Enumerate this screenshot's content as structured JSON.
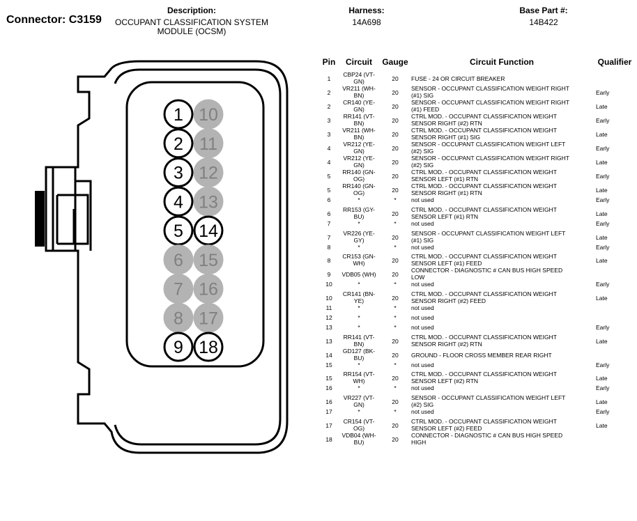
{
  "header": {
    "connector": "Connector: C3159",
    "description_label": "Description:",
    "description_lines": [
      "OCCUPANT CLASSIFICATION SYSTEM",
      "MODULE (OCSM)"
    ],
    "harness_label": "Harness:",
    "harness_value": "14A698",
    "base_part_label": "Base Part #:",
    "base_part_value": "14B422"
  },
  "connector_pins": {
    "left_column": [
      {
        "num": "1",
        "active": true
      },
      {
        "num": "2",
        "active": true
      },
      {
        "num": "3",
        "active": true
      },
      {
        "num": "4",
        "active": true
      },
      {
        "num": "5",
        "active": true
      },
      {
        "num": "6",
        "active": false
      },
      {
        "num": "7",
        "active": false
      },
      {
        "num": "8",
        "active": false
      },
      {
        "num": "9",
        "active": true
      }
    ],
    "right_column": [
      {
        "num": "10",
        "active": false
      },
      {
        "num": "11",
        "active": false
      },
      {
        "num": "12",
        "active": false
      },
      {
        "num": "13",
        "active": false
      },
      {
        "num": "14",
        "active": true
      },
      {
        "num": "15",
        "active": false
      },
      {
        "num": "16",
        "active": false
      },
      {
        "num": "17",
        "active": false
      },
      {
        "num": "18",
        "active": true
      }
    ],
    "inactive_color": "#b3b3b3",
    "active_color": "#ffffff"
  },
  "table": {
    "headers": {
      "pin": "Pin",
      "circuit": "Circuit",
      "gauge": "Gauge",
      "function": "Circuit Function",
      "qualifier": "Qualifier"
    },
    "rows": [
      {
        "pin": "1",
        "circuit": [
          "CBP24 (VT-",
          "GN)"
        ],
        "gauge": "20",
        "function": [
          "FUSE - 24 OR CIRCUIT BREAKER"
        ],
        "qualifier": ""
      },
      {
        "pin": "2",
        "circuit": [
          "VR211 (WH-",
          "BN)"
        ],
        "gauge": "20",
        "function": [
          "SENSOR - OCCUPANT CLASSIFICATION WEIGHT RIGHT",
          "(#1) SIG"
        ],
        "qualifier": "Early"
      },
      {
        "pin": "2",
        "circuit": [
          "CR140 (YE-",
          "GN)"
        ],
        "gauge": "20",
        "function": [
          "SENSOR - OCCUPANT CLASSIFICATION WEIGHT RIGHT",
          "(#1) FEED"
        ],
        "qualifier": "Late"
      },
      {
        "pin": "3",
        "circuit": [
          "RR141 (VT-",
          "BN)"
        ],
        "gauge": "20",
        "function": [
          "CTRL MOD. - OCCUPANT CLASSIFICATION WEIGHT",
          "SENSOR RIGHT (#2) RTN"
        ],
        "qualifier": "Early"
      },
      {
        "pin": "3",
        "circuit": [
          "VR211 (WH-",
          "BN)"
        ],
        "gauge": "20",
        "function": [
          "CTRL MOD. - OCCUPANT CLASSIFICATION WEIGHT",
          "SENSOR RIGHT (#1) SIG"
        ],
        "qualifier": "Late"
      },
      {
        "pin": "4",
        "circuit": [
          "VR212 (YE-",
          "GN)"
        ],
        "gauge": "20",
        "function": [
          "SENSOR - OCCUPANT CLASSIFICATION WEIGHT LEFT",
          "(#2) SIG"
        ],
        "qualifier": "Early"
      },
      {
        "pin": "4",
        "circuit": [
          "VR212 (YE-",
          "GN)"
        ],
        "gauge": "20",
        "function": [
          "SENSOR - OCCUPANT CLASSIFICATION WEIGHT RIGHT",
          "(#2) SIG"
        ],
        "qualifier": "Late"
      },
      {
        "pin": "5",
        "circuit": [
          "RR140 (GN-",
          "OG)"
        ],
        "gauge": "20",
        "function": [
          "CTRL MOD. - OCCUPANT CLASSIFICATION WEIGHT",
          "SENSOR LEFT (#1) RTN"
        ],
        "qualifier": "Early"
      },
      {
        "pin": "5",
        "circuit": [
          "RR140 (GN-",
          "OG)"
        ],
        "gauge": "20",
        "function": [
          "CTRL MOD. - OCCUPANT CLASSIFICATION WEIGHT",
          "SENSOR RIGHT (#1) RTN"
        ],
        "qualifier": "Late"
      },
      {
        "pin": "6",
        "circuit": [
          "*"
        ],
        "gauge": "*",
        "function": [
          "not used"
        ],
        "qualifier": "Early"
      },
      {
        "pin": "6",
        "circuit": [
          "RR153 (GY-",
          "BU)"
        ],
        "gauge": "20",
        "function": [
          "CTRL MOD. - OCCUPANT CLASSIFICATION WEIGHT",
          "SENSOR LEFT (#1) RTN"
        ],
        "qualifier": "Late"
      },
      {
        "pin": "7",
        "circuit": [
          "*"
        ],
        "gauge": "*",
        "function": [
          "not used"
        ],
        "qualifier": "Early"
      },
      {
        "pin": "7",
        "circuit": [
          "VR226 (YE-",
          "GY)"
        ],
        "gauge": "20",
        "function": [
          "SENSOR - OCCUPANT CLASSIFICATION WEIGHT LEFT",
          "(#1) SIG"
        ],
        "qualifier": "Late"
      },
      {
        "pin": "8",
        "circuit": [
          "*"
        ],
        "gauge": "*",
        "function": [
          "not used"
        ],
        "qualifier": "Early"
      },
      {
        "pin": "8",
        "circuit": [
          "CR153 (GN-",
          "WH)"
        ],
        "gauge": "20",
        "function": [
          "CTRL MOD. - OCCUPANT CLASSIFICATION WEIGHT",
          "SENSOR LEFT (#1) FEED"
        ],
        "qualifier": "Late"
      },
      {
        "pin": "9",
        "circuit": [
          "VDB05 (WH)"
        ],
        "gauge": "20",
        "function": [
          "CONNECTOR - DIAGNOSTIC # CAN BUS HIGH SPEED",
          "LOW"
        ],
        "qualifier": ""
      },
      {
        "pin": "10",
        "circuit": [
          "*"
        ],
        "gauge": "*",
        "function": [
          "not used"
        ],
        "qualifier": "Early"
      },
      {
        "pin": "10",
        "circuit": [
          "CR141 (BN-",
          "YE)"
        ],
        "gauge": "20",
        "function": [
          "CTRL MOD. - OCCUPANT CLASSIFICATION WEIGHT",
          "SENSOR RIGHT (#2) FEED"
        ],
        "qualifier": "Late"
      },
      {
        "pin": "11",
        "circuit": [
          "*"
        ],
        "gauge": "*",
        "function": [
          "not used"
        ],
        "qualifier": ""
      },
      {
        "pin": "12",
        "circuit": [
          "*"
        ],
        "gauge": "*",
        "function": [
          "not used"
        ],
        "qualifier": ""
      },
      {
        "pin": "13",
        "circuit": [
          "*"
        ],
        "gauge": "*",
        "function": [
          "not used"
        ],
        "qualifier": "Early"
      },
      {
        "pin": "13",
        "circuit": [
          "RR141 (VT-",
          "BN)"
        ],
        "gauge": "20",
        "function": [
          "CTRL MOD. - OCCUPANT CLASSIFICATION WEIGHT",
          "SENSOR RIGHT (#2) RTN"
        ],
        "qualifier": "Late"
      },
      {
        "pin": "14",
        "circuit": [
          "GD127 (BK-",
          "BU)"
        ],
        "gauge": "20",
        "function": [
          "GROUND - FLOOR CROSS MEMBER REAR RIGHT"
        ],
        "qualifier": ""
      },
      {
        "pin": "15",
        "circuit": [
          "*"
        ],
        "gauge": "*",
        "function": [
          "not used"
        ],
        "qualifier": "Early"
      },
      {
        "pin": "15",
        "circuit": [
          "RR154 (VT-",
          "WH)"
        ],
        "gauge": "20",
        "function": [
          "CTRL MOD. - OCCUPANT CLASSIFICATION WEIGHT",
          "SENSOR LEFT (#2) RTN"
        ],
        "qualifier": "Late"
      },
      {
        "pin": "16",
        "circuit": [
          "*"
        ],
        "gauge": "*",
        "function": [
          "not used"
        ],
        "qualifier": "Early"
      },
      {
        "pin": "16",
        "circuit": [
          "VR227 (VT-",
          "GN)"
        ],
        "gauge": "20",
        "function": [
          "SENSOR - OCCUPANT CLASSIFICATION WEIGHT LEFT",
          "(#2) SIG"
        ],
        "qualifier": "Late"
      },
      {
        "pin": "17",
        "circuit": [
          "*"
        ],
        "gauge": "*",
        "function": [
          "not used"
        ],
        "qualifier": "Early"
      },
      {
        "pin": "17",
        "circuit": [
          "CR154 (VT-",
          "OG)"
        ],
        "gauge": "20",
        "function": [
          "CTRL MOD. - OCCUPANT CLASSIFICATION WEIGHT",
          "SENSOR LEFT (#2) FEED"
        ],
        "qualifier": "Late"
      },
      {
        "pin": "18",
        "circuit": [
          "VDB04 (WH-",
          "BU)"
        ],
        "gauge": "20",
        "function": [
          "CONNECTOR - DIAGNOSTIC # CAN BUS HIGH SPEED",
          "HIGH"
        ],
        "qualifier": ""
      }
    ]
  }
}
